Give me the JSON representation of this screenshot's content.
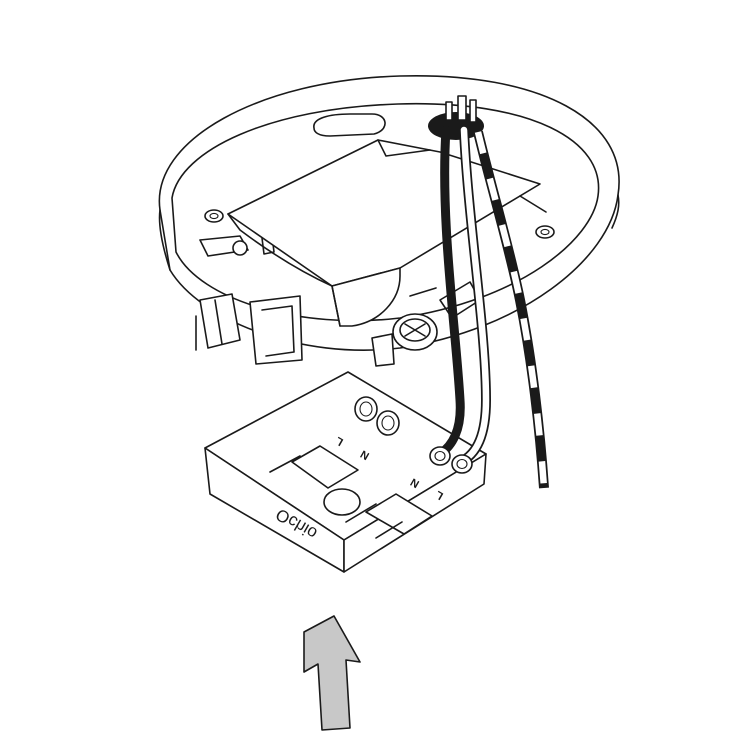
{
  "brand": {
    "text": "Ochio"
  },
  "terminal_labels": {
    "left_block": {
      "l": "L",
      "n": "N"
    },
    "right_block": {
      "l": "L",
      "n": "N"
    }
  },
  "colors": {
    "line": "#1a1a1a",
    "cable": "#1a1a1a",
    "grommet": "#1a1a1a",
    "arrow_fill": "#c8c8c8",
    "background": "#ffffff"
  },
  "icons": [
    "ceiling-base",
    "driver-module",
    "cable-grommet",
    "connector-box",
    "insert-direction-arrow"
  ]
}
